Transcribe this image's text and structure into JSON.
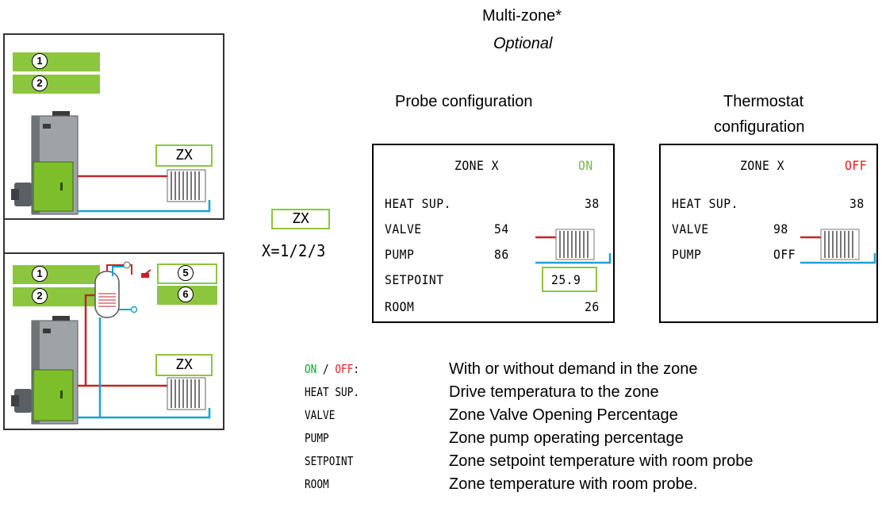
{
  "header": {
    "title": "Multi-zone*",
    "subtitle": "Optional"
  },
  "left_panel": {
    "top": {
      "badges": [
        "1",
        "2"
      ],
      "zone_tag": "ZX"
    },
    "bottom": {
      "badges": [
        "1",
        "2"
      ],
      "badges_right": [
        "5",
        "6"
      ],
      "zone_tag": "ZX"
    }
  },
  "zone_key": {
    "tag": "ZX",
    "note": "X=1/2/3"
  },
  "probe": {
    "heading": "Probe configuration",
    "screen": {
      "zone_label": "ZONE X",
      "status": "ON",
      "rows": [
        {
          "label": "HEAT SUP.",
          "value": "38"
        },
        {
          "label": "VALVE",
          "value": "54"
        },
        {
          "label": "PUMP",
          "value": "86"
        },
        {
          "label": "SETPOINT",
          "value": "25.9"
        },
        {
          "label": "ROOM",
          "value": "26"
        }
      ]
    }
  },
  "thermostat": {
    "heading_line1": "Thermostat",
    "heading_line2": "configuration",
    "screen": {
      "zone_label": "ZONE X",
      "status": "OFF",
      "rows": [
        {
          "label": "HEAT SUP.",
          "value": "38"
        },
        {
          "label": "VALVE",
          "value": "98"
        },
        {
          "label": "PUMP",
          "value": "OFF"
        }
      ]
    }
  },
  "legend": {
    "on": "ON",
    "sep": " / ",
    "off": "OFF",
    "colon": ":",
    "items": [
      {
        "key": "",
        "desc": "With or without demand in the zone"
      },
      {
        "key": "HEAT SUP.",
        "desc": "Drive temperatura to the zone"
      },
      {
        "key": "VALVE",
        "desc": "Zone Valve Opening Percentage"
      },
      {
        "key": "PUMP",
        "desc": "Zone pump operating percentage"
      },
      {
        "key": "SETPOINT",
        "desc": "Zone setpoint temperature with room probe"
      },
      {
        "key": "ROOM",
        "desc": "Zone temperature with room probe."
      }
    ]
  },
  "colors": {
    "accent_green": "#8cc63f",
    "on_green": "#0aa72c",
    "off_red": "#e51c1c",
    "pipe_red": "#c0262c",
    "pipe_blue": "#1aa3d4"
  }
}
